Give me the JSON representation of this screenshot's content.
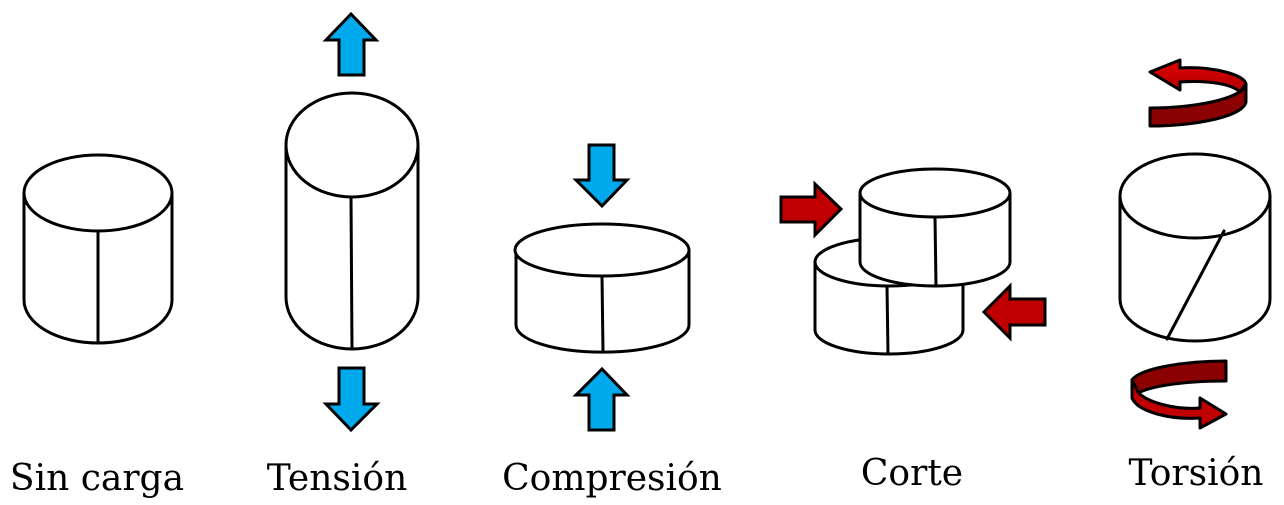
{
  "labels": {
    "no_load": "Sin carga",
    "tension": "Tensión",
    "compression": "Compresión",
    "shear": "Corte",
    "torsion": "Torsión"
  },
  "colors": {
    "axial_arrow": "#00a8ec",
    "shear_arrow": "#c00000",
    "torsion_arrow_dark": "#8b0000",
    "outline": "#000000"
  }
}
